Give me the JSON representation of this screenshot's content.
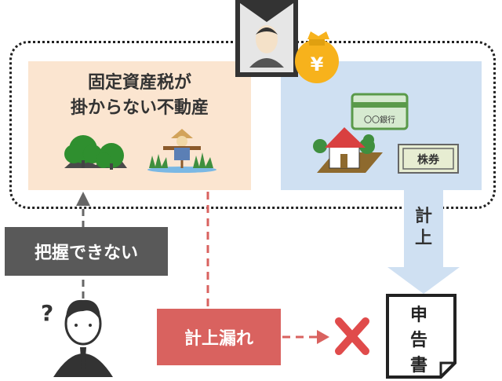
{
  "left_panel": {
    "title_line1": "固定資産税が",
    "title_line2": "掛からない不動産"
  },
  "bank_label": "〇〇銀行",
  "stock_label": "株券",
  "yen_symbol": "¥",
  "arrow_label_line1": "計",
  "arrow_label_line2": "上",
  "cannot_grasp_label": "把握できない",
  "question_mark": "?",
  "omission_label": "計上漏れ",
  "document": {
    "line1": "申",
    "line2": "告",
    "line3": "書"
  },
  "colors": {
    "left_panel_bg": "#fbe5d0",
    "right_panel_bg": "#cfe0f2",
    "dark_label_bg": "#595959",
    "red_label_bg": "#d9625f",
    "cross": "#e04b4b",
    "bag": "#f7b21c"
  },
  "icons": [
    "trees-icon",
    "scarecrow-field-icon",
    "bank-card-icon",
    "house-icon",
    "stock-certificate-icon",
    "money-bag-icon",
    "deceased-portrait-icon",
    "confused-man-icon",
    "document-icon",
    "cross-icon"
  ]
}
